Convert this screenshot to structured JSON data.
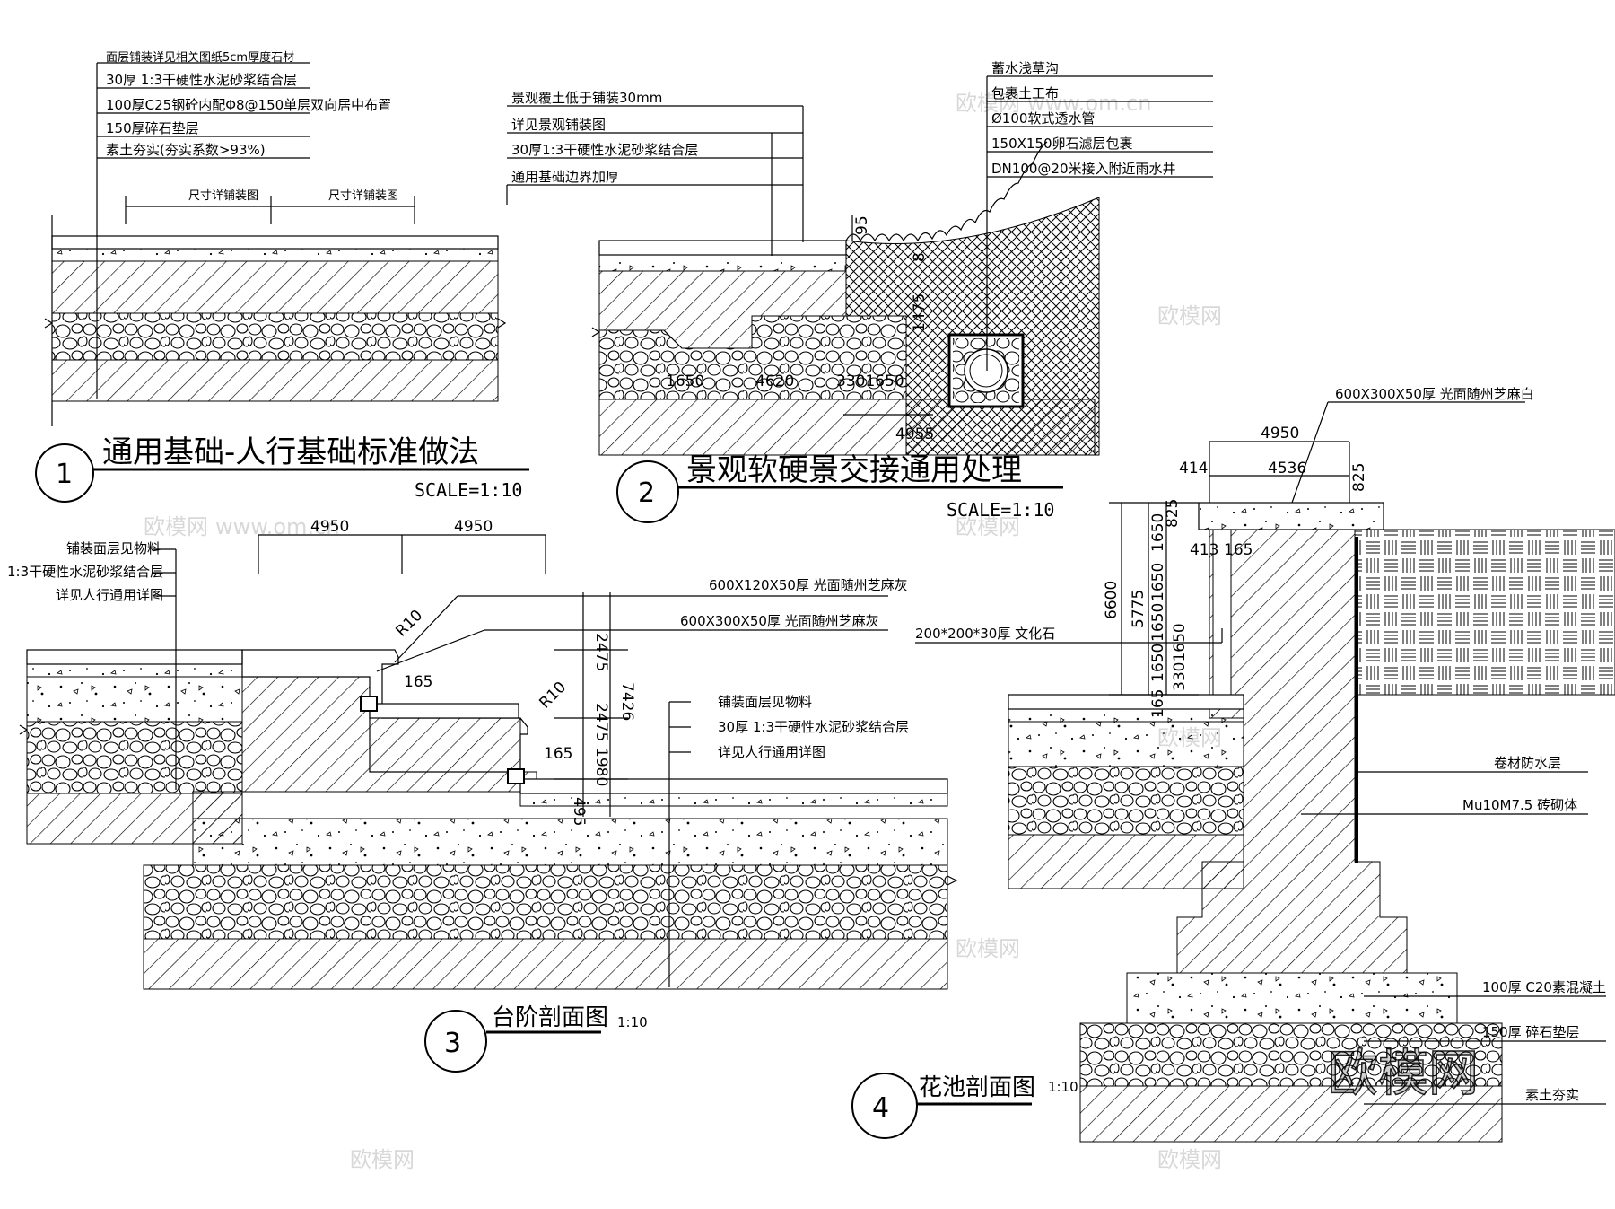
{
  "d1": {
    "number": "1",
    "title": "通用基础-人行基础标准做法",
    "scale": "SCALE=1:10",
    "notes": [
      "面层铺装详见相关图纸5cm厚度石材",
      "30厚 1:3干硬性水泥砂浆结合层",
      "100厚C25钢砼内配Φ8@150单层双向居中布置",
      "150厚碎石垫层",
      "素土夯实(夯实系数>93%)"
    ],
    "dims": [
      "尺寸详铺装图",
      "尺寸详铺装图"
    ]
  },
  "d2": {
    "number": "2",
    "title": "景观软硬景交接通用处理",
    "scale": "SCALE=1:10",
    "notes_left": [
      "景观覆土低于铺装30mm",
      "详见景观铺装图",
      "30厚1:3干硬性水泥砂浆结合层",
      "通用基础边界加厚"
    ],
    "notes_right": [
      "蓄水浅草沟",
      "包裹土工布",
      "Ø100软式透水管",
      "150X150卵石滤层包裹",
      "DN100@20米接入附近雨水井"
    ],
    "dims": [
      "95",
      "1650",
      "4620",
      "3301650",
      "4955",
      "1475",
      "8"
    ]
  },
  "d3": {
    "number": "3",
    "title": "台阶剖面图",
    "scale": "1:10",
    "notes_left": [
      "铺装面层见物料",
      "1:3干硬性水泥砂浆结合层",
      "详见人行通用详图"
    ],
    "notes_top": [
      "600X120X50厚 光面随州芝麻灰",
      "600X300X50厚 光面随州芝麻灰"
    ],
    "notes_mid": [
      "铺装面层见物料",
      "30厚 1:3干硬性水泥砂浆结合层",
      "详见人行通用详图"
    ],
    "dims": [
      "4950",
      "4950",
      "2475",
      "2475",
      "7426",
      "1980",
      "495",
      "R10",
      "R10",
      "165",
      "165"
    ]
  },
  "d4": {
    "number": "4",
    "title": "花池剖面图",
    "scale": "1:10",
    "notes_top": [
      "600X300X50厚 光面随州芝麻白",
      "200*200*30厚 文化石"
    ],
    "notes_right": [
      "卷材防水层",
      "Mu10M7.5 砖砌体",
      "100厚 C20素混凝土",
      "150厚 碎石垫层",
      "素土夯实"
    ],
    "dims": [
      "4950",
      "4536",
      "414",
      "825",
      "825",
      "413",
      "165",
      "6600",
      "5775",
      "1650",
      "1650",
      "1650",
      "1650",
      "3301650",
      "165"
    ]
  },
  "watermark": "欧模网",
  "watermark_url": "www.om.cn"
}
